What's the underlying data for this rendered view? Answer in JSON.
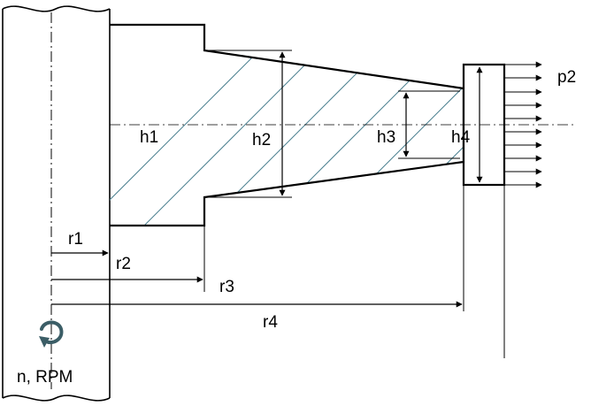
{
  "labels": {
    "h1": "h1",
    "h2": "h2",
    "h3": "h3",
    "h4": "h4",
    "r1": "r1",
    "r2": "r2",
    "r3": "r3",
    "r4": "r4",
    "p2": "p2",
    "rpm": "n, RPM"
  },
  "colors": {
    "line": "#000000",
    "hatch": "#4a7f8f",
    "rotation_arrow": "#3b5d66"
  },
  "icons": {
    "rotation": "rotation-arrow-icon"
  }
}
